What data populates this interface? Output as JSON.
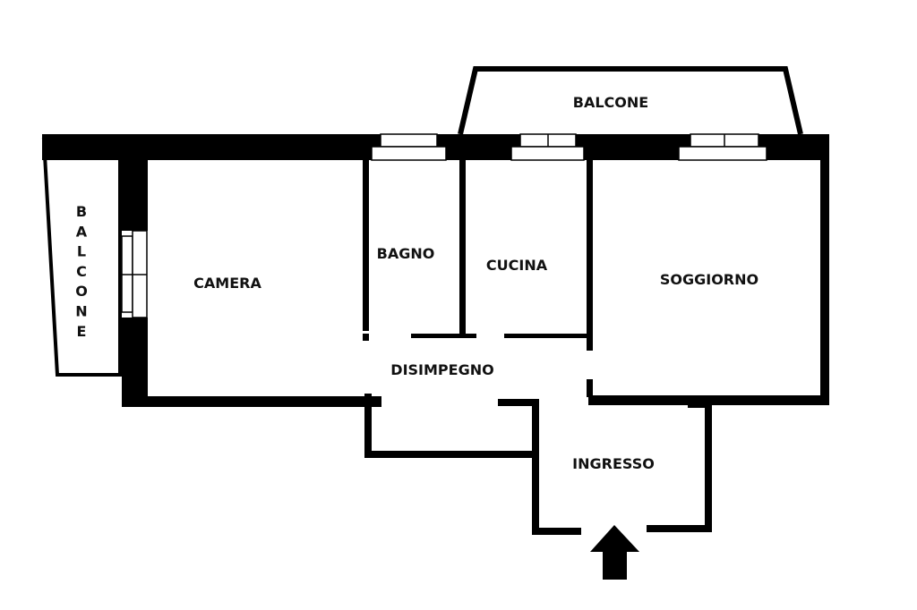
{
  "rooms": {
    "balcone_top": "BALCONE",
    "balcone_side_letters": [
      "B",
      "A",
      "L",
      "C",
      "O",
      "N",
      "E"
    ],
    "camera": "CAMERA",
    "bagno": "BAGNO",
    "cucina": "CUCINA",
    "soggiorno": "SOGGIORNO",
    "disimpegno": "DISIMPEGNO",
    "ingresso": "INGRESSO"
  },
  "colors": {
    "wall": "#000000",
    "background": "#ffffff",
    "label": "#111111"
  },
  "icons": {
    "entrance": "arrow-up-icon"
  }
}
